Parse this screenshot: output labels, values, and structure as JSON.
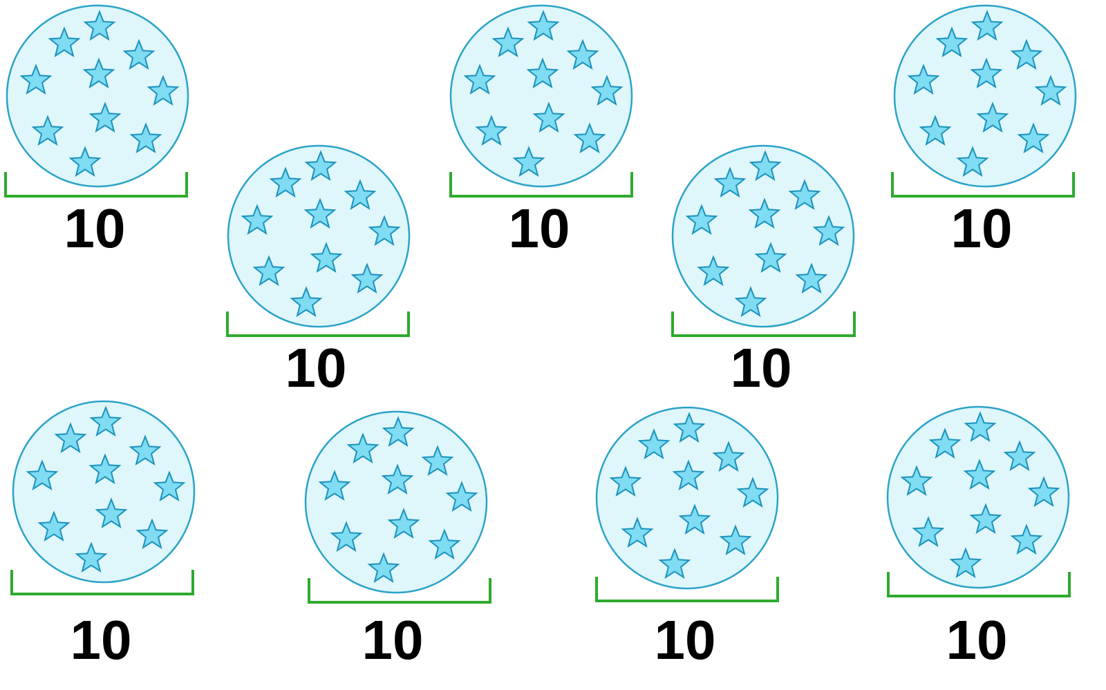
{
  "colors": {
    "circle_fill": "#dff6fb",
    "circle_stroke": "#2aa3c7",
    "star_fill": "#7fdcf2",
    "star_stroke": "#1b93bd",
    "bracket": "#2eaa2e",
    "label": "#000000"
  },
  "icon": "star-icon",
  "groups": [
    {
      "label": "10",
      "stars": 10
    },
    {
      "label": "10",
      "stars": 10
    },
    {
      "label": "10",
      "stars": 10
    },
    {
      "label": "10",
      "stars": 10
    },
    {
      "label": "10",
      "stars": 10
    },
    {
      "label": "10",
      "stars": 10
    },
    {
      "label": "10",
      "stars": 10
    },
    {
      "label": "10",
      "stars": 10
    },
    {
      "label": "10",
      "stars": 10
    }
  ]
}
